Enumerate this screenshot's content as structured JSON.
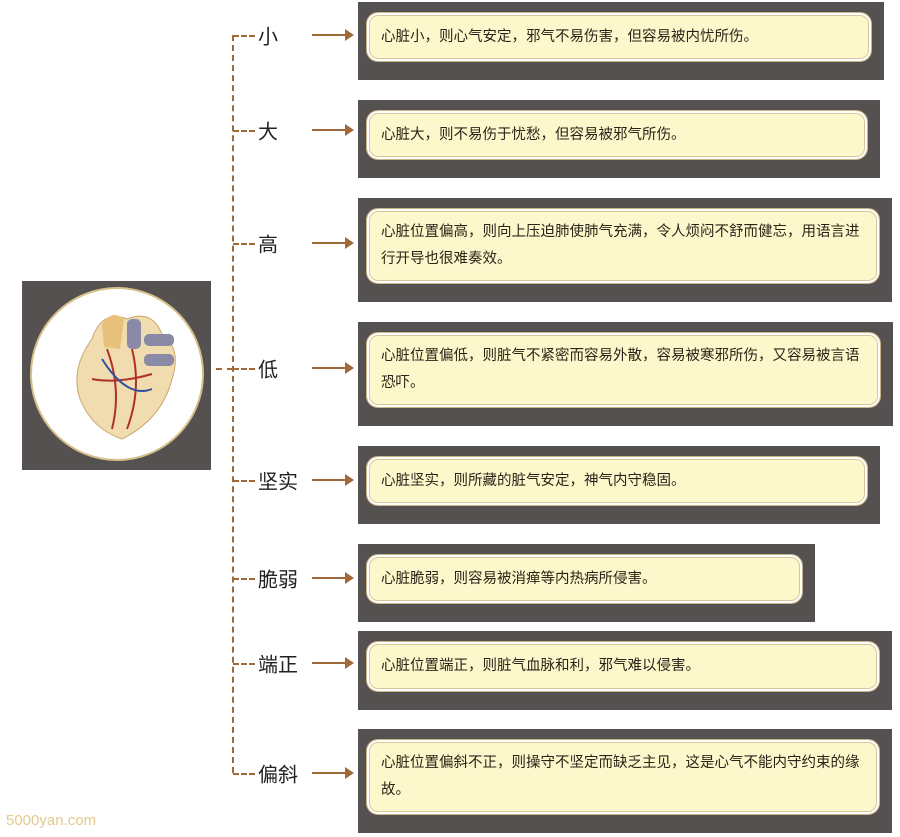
{
  "items": [
    {
      "label": "小",
      "text": "心脏小，则心气安定，邪气不易伤害，但容易被内忧所伤。"
    },
    {
      "label": "大",
      "text": "心脏大，则不易伤于忧愁，但容易被邪气所伤。"
    },
    {
      "label": "高",
      "text": "心脏位置偏高，则向上压迫肺使肺气充满，令人烦闷不舒而健忘，用语言进行开导也很难奏效。"
    },
    {
      "label": "低",
      "text": "心脏位置偏低，则脏气不紧密而容易外散，容易被寒邪所伤，又容易被言语恐吓。"
    },
    {
      "label": "坚实",
      "text": "心脏坚实，则所藏的脏气安定，神气内守稳固。"
    },
    {
      "label": "脆弱",
      "text": "心脏脆弱，则容易被消瘅等内热病所侵害。"
    },
    {
      "label": "端正",
      "text": "心脏位置端正，则脏气血脉和利，邪气难以侵害。"
    },
    {
      "label": "偏斜",
      "text": "心脏位置偏斜不正，则操守不坚定而缺乏主见，这是心气不能内守约束的缘故。"
    }
  ],
  "watermark": "5000yan.com",
  "colors": {
    "connector": "#a0693a",
    "box_dark": "#555150",
    "box_light": "#fdf8cc"
  }
}
